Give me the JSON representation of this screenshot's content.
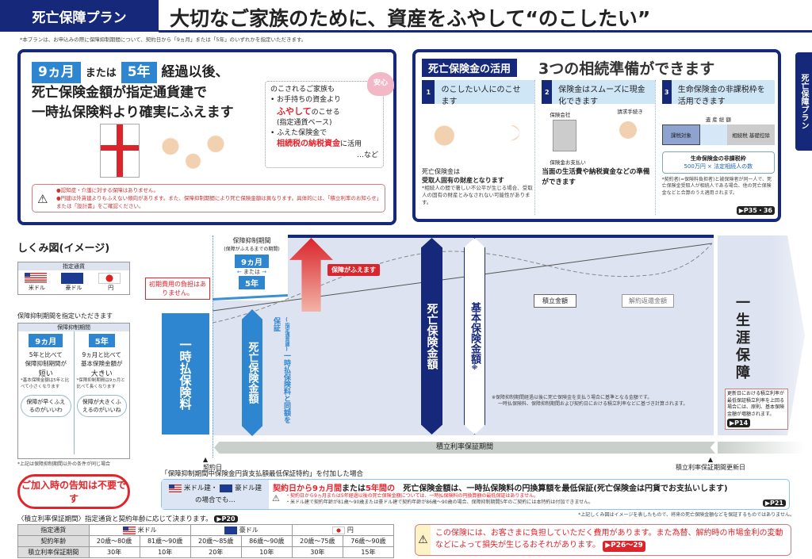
{
  "header": {
    "plan_tab": "死亡保障プラン",
    "title": "大切なご家族のために、資産をふやして“のこしたい”",
    "note": "*本プランは、お申込みの際に保障抑制期間について、契約日から「9ヵ月」または「5年」のいずれかを指定いただきます。"
  },
  "left_box": {
    "tag1": "9ヵ月",
    "mid": "または",
    "tag2": "5年",
    "line1_rest": "経過以後、",
    "line2": "死亡保険金額が指定通貨建で",
    "line3": "一時払保険料より確実にふえます",
    "family_title": "のこされるご家族も",
    "anshin": "安心",
    "bullet1_a": "お手持ちの資金より",
    "bullet1_red": "ふやして",
    "bullet1_b": "のこせる",
    "bullet1_c": "(指定通貨ベース)",
    "bullet2_a": "ふえた保険金で",
    "bullet2_red": "相続税の納税資金",
    "bullet2_b": "に活用",
    "etc": "…など",
    "warn1": "●認知症・介護に対する保障はありません。",
    "warn2": "●円建は外貨建よりもふえない傾向があります。また、保障抑制期間により死亡保険金額は異なります。具体的には、「積立利率のお知らせ」",
    "warn3": "または「設計書」をご確認ください。"
  },
  "right_box": {
    "tag": "死亡保険金の活用",
    "title": "3つの相続準備ができます",
    "items": [
      {
        "num": "1",
        "head": "のこしたい人にのこせます",
        "text1": "死亡保険金は",
        "text2": "受取人固有の財産となります",
        "note": "*相続人の間で著しい不公平が生じる場合、受取人の固有の財産とみなされない可能性があります。"
      },
      {
        "num": "2",
        "head": "保険金はスムーズに現金化できます",
        "label_company": "保険会社",
        "label_claim": "請求手続き",
        "label_pay": "保険金お支払い",
        "text1": "当面の生活費や納税資金などの準備ができます"
      },
      {
        "num": "3",
        "head": "生命保険金の非課税枠を活用できます",
        "total": "遺 産 総 額",
        "taxable": "課税対象",
        "deduction": "相続税 基礎控除",
        "box_title": "生命保険金の非課税枠",
        "box_formula": "500万円 × 法定相続人の数",
        "note": "*契約者(=保険料負担者)と被保険者が同一人で、死亡保険金受取人が相続人である場合、他の死亡保険金などと合算のうえ適用されます。",
        "page": "▶P35・36"
      }
    ]
  },
  "side_tab": "死亡保障プラン",
  "scheme": {
    "title": "しくみ図(イメージ)",
    "currency_header": "指定通貨",
    "currencies": [
      "米ドル",
      "豪ドル",
      "円"
    ],
    "period_prompt": "保障抑制期間を指定いただきます",
    "period_header": "保障抑制期間",
    "opt1": {
      "tag": "9ヵ月",
      "l1": "5年と比べて",
      "l2": "保障抑制期間が",
      "l3": "短い",
      "note": "*基本保険金額は5年と比べて小さくなります",
      "bubble": "保障が早くふえるのがいいわ"
    },
    "opt2": {
      "tag": "5年",
      "l1": "9ヵ月と比べて",
      "l2": "基本保険金額が",
      "l3": "大きい",
      "note": "*保障抑制期間は9ヵ月と比べて長くなります",
      "bubble": "保障が大きくふえるのがいいね"
    },
    "footnote": "*上記は保障抑制期間以外の条件が同じ場合",
    "no_notice": "ご加入時の告知は不要です"
  },
  "diagram": {
    "period_title": "保障抑制期間",
    "period_sub": "(保障がふえるまでの期間)",
    "p1": "9ヵ月",
    "or": "または",
    "p2": "5年",
    "callout": "初期費用の負担はありません。",
    "premium": "一時払保険料",
    "death_amount": "死亡保険金額",
    "guarantee": "一時払保険料と同額を保証",
    "guarantee_sub": "(指定通貨建)",
    "increase": "保障がふえます",
    "death_amount2": "死亡保険金額",
    "basic_amount": "基本保険金額",
    "basic_mark": "※",
    "accum": "積立金額",
    "surrender": "解約返還金額",
    "basic_note1": "※保障抑制期間経過以後に死亡保険金を支払う場合に基準となる金額です。",
    "basic_note2": "一時払保険料、保障抑制期間および契約日における積立利率などに基づき計算されます。",
    "lifetime": "一生涯保障",
    "renew_note": "更新日における積立利率が最低保証積立利率を上回る場合には、原則、基本保険金額が増額されます。",
    "renew_page": "▶P14",
    "rate_period": "積立利率保証期間",
    "contract_day": "契約日",
    "renew_day": "積立利率保証期間更新日"
  },
  "rider": {
    "title": "「保障抑制期間中保険金円貨支払額最低保証特約」を付加した場合",
    "cur_a": "米ドル建・",
    "cur_b": "豪ドル建",
    "cur_c": "の場合でも…",
    "red_a": "契約日から9ヵ月間",
    "red_mid": "または",
    "red_b": "5年間",
    "red_c": "の",
    "main": "死亡保険金額は、一時払保険料の円換算額を最低保証(死亡保険金は円貨でお支払いします)",
    "n1": "・契約日から9ヵ月または5年経過以後の死亡保険金額については、一時払保険料の円換算額の最低保証はありません。",
    "n2": "・米ドル建で契約年齢が81歳〜90歳または豪ドル建で契約年齢が86歳〜90歳の場合、保障抑制期間5年のご契約には本特約は付加できません。",
    "page": "▶P21",
    "disclaimer": "*上記しくみ図はイメージを表したもので、将来の死亡保険金額などを保証するものではありません。"
  },
  "table": {
    "caption": "〈積立利率保証期間〉指定通貨と契約年齢に応じて決まります。",
    "page": "▶P20",
    "row_labels": [
      "指定通貨",
      "契約年齢",
      "積立利率保証期間"
    ],
    "currencies": [
      "米ドル",
      "豪ドル",
      "円"
    ],
    "ages": [
      "20歳〜80歳",
      "81歳〜90歳",
      "20歳〜85歳",
      "86歳〜90歳",
      "20歳〜75歳",
      "76歳〜90歳"
    ],
    "periods": [
      "30年",
      "10年",
      "20年",
      "10年",
      "30年",
      "15年"
    ]
  },
  "risk": {
    "text": "この保険には、お客さまに負担していただく費用があります。また為替、解約時の市場金利の変動などによって損失が生じるおそれがあります。",
    "page": "▶P26〜29"
  }
}
